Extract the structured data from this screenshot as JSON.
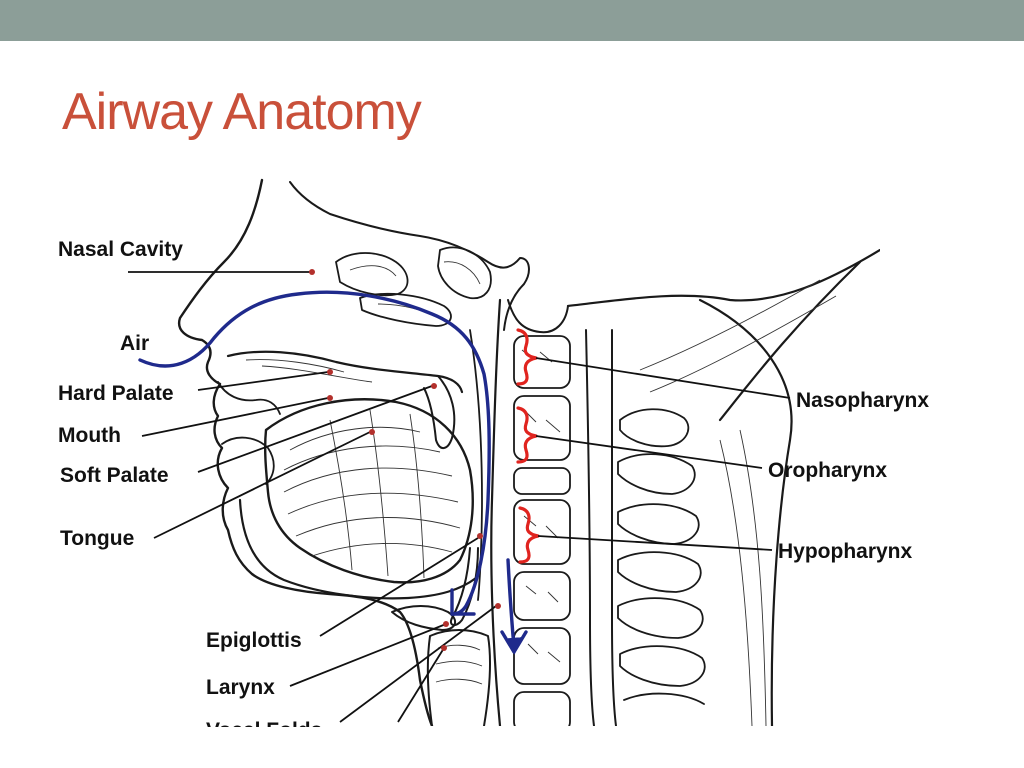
{
  "slide": {
    "title": "Airway Anatomy"
  },
  "diagram": {
    "labels": {
      "nasal_cavity": "Nasal Cavity",
      "air": "Air",
      "hard_palate": "Hard Palate",
      "mouth": "Mouth",
      "soft_palate": "Soft Palate",
      "tongue": "Tongue",
      "epiglottis": "Epiglottis",
      "larynx": "Larynx",
      "vocal_folds": "Vocal Folds",
      "nasopharynx": "Nasopharynx",
      "oropharynx": "Oropharynx",
      "hypopharynx": "Hypopharynx"
    },
    "colors": {
      "title": "#c9503a",
      "top_band": "#8c9e98",
      "air_flow": "#1f2a8c",
      "region_brace": "#e0241f",
      "leader_dot": "#b3302c"
    },
    "icons": {
      "air_flow": "arrow-down-icon",
      "regions": "curly-brace-icon"
    }
  }
}
